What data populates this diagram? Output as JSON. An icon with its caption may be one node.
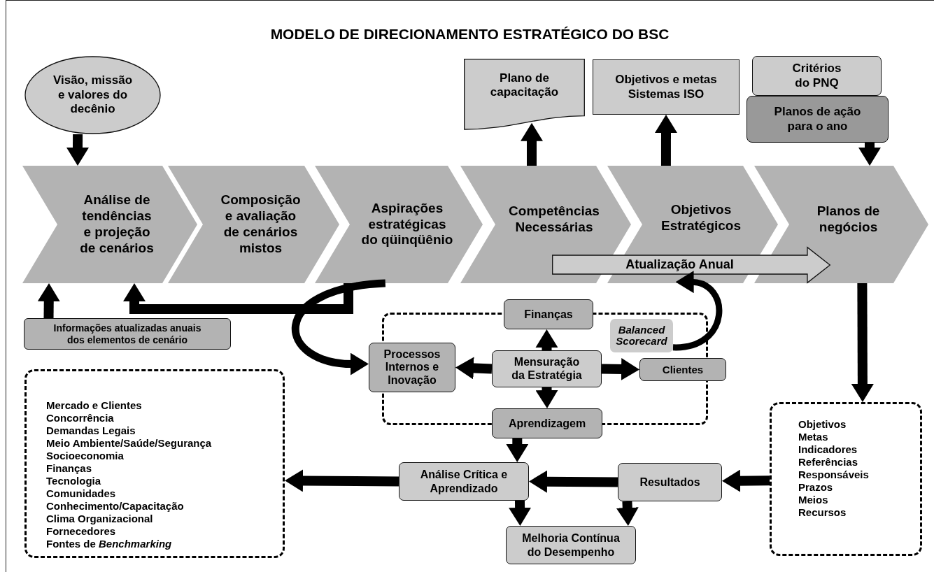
{
  "diagram": {
    "title": "MODELO DE DIRECIONAMENTO ESTRATÉGICO DO BSC",
    "nodes": [
      {
        "text": [
          "Visão, missão e valores do decênio"
        ]
      },
      {
        "text": [
          "Plano de capacitação"
        ]
      },
      {
        "text": [
          "Objetivos e metas Sistemas ISO"
        ]
      },
      {
        "text": [
          "Critérios do PNQ"
        ]
      },
      {
        "text": [
          "Planos de ação para o ano"
        ]
      },
      {
        "text": [
          "Análise de tendências e projeção de cenários"
        ]
      },
      {
        "text": [
          "Composição e avaliação de cenários mistos"
        ]
      },
      {
        "text": [
          "Aspirações estratégicas do qüinqüênio"
        ]
      },
      {
        "text": [
          "Competências Necessárias"
        ]
      },
      {
        "text": [
          "Objetivos Estratégicos"
        ]
      },
      {
        "text": [
          "Planos de negócios"
        ]
      },
      {
        "text": [
          "Atualização Anual"
        ]
      },
      {
        "text": [
          "Informações atualizadas anuais dos elementos de cenário"
        ]
      },
      {
        "text": [
          "Mercado e Clientes",
          "Concorrência",
          "Demandas Legais",
          "Meio Ambiente/Saúde/Segurança",
          "Socioeconomia",
          "Finanças",
          "Tecnologia",
          "Comunidades",
          "Conhecimento/Capacitação",
          "Clima Organizacional",
          "Fornecedores",
          "Fontes de *Benchmarking*"
        ]
      },
      {
        "text": [],
        "shape": "box"
      },
      {
        "text": [
          "Finanças"
        ]
      },
      {
        "text": [
          "Balanced Scorecard"
        ],
        "in": 14
      },
      {
        "text": [
          "Processos Internos e Inovação"
        ]
      },
      {
        "text": [
          "Mensuração da Estratégia"
        ],
        "in": 14
      },
      {
        "text": [
          "Clientes"
        ]
      },
      {
        "text": [
          "Aprendizagem"
        ]
      },
      {
        "text": [
          "Análise Crítica e Aprendizado"
        ]
      },
      {
        "text": [
          "Resultados"
        ]
      },
      {
        "text": [
          "Melhoria Contínua do Desempenho"
        ]
      },
      {
        "text": [
          "Objetivos",
          "Metas",
          "Indicadores",
          "Referências",
          "Responsáveis",
          "Prazos",
          "Meios",
          "Recursos"
        ]
      }
    ],
    "edges": [
      {
        "from": 0,
        "to": 5,
        "arrow": "to"
      },
      {
        "from": 12,
        "to": 5,
        "arrow": "to"
      },
      {
        "from": 8,
        "to": 1,
        "arrow": "to"
      },
      {
        "from": 9,
        "to": 2,
        "arrow": "to"
      },
      {
        "from": 4,
        "to": 10,
        "arrow": "to"
      },
      {
        "from": 7,
        "to": 5,
        "arrow": "to"
      },
      {
        "from": 7,
        "to": 17,
        "arrow": "to"
      },
      {
        "from": 16,
        "to": 9,
        "arrow": "to"
      },
      {
        "from": 18,
        "to": 15,
        "arrow": "to"
      },
      {
        "from": 18,
        "to": 17,
        "arrow": "to"
      },
      {
        "from": 18,
        "to": 19,
        "arrow": "to"
      },
      {
        "from": 18,
        "to": 20,
        "arrow": "to"
      },
      {
        "from": 20,
        "to": 21,
        "arrow": "to"
      },
      {
        "from": 22,
        "to": 21,
        "arrow": "to"
      },
      {
        "from": 21,
        "to": 13,
        "arrow": "to"
      },
      {
        "from": 21,
        "to": 23,
        "arrow": "to"
      },
      {
        "from": 22,
        "to": 23,
        "arrow": "to"
      },
      {
        "from": 10,
        "to": 24,
        "arrow": "to"
      },
      {
        "from": 24,
        "to": 22,
        "arrow": "to"
      }
    ]
  }
}
